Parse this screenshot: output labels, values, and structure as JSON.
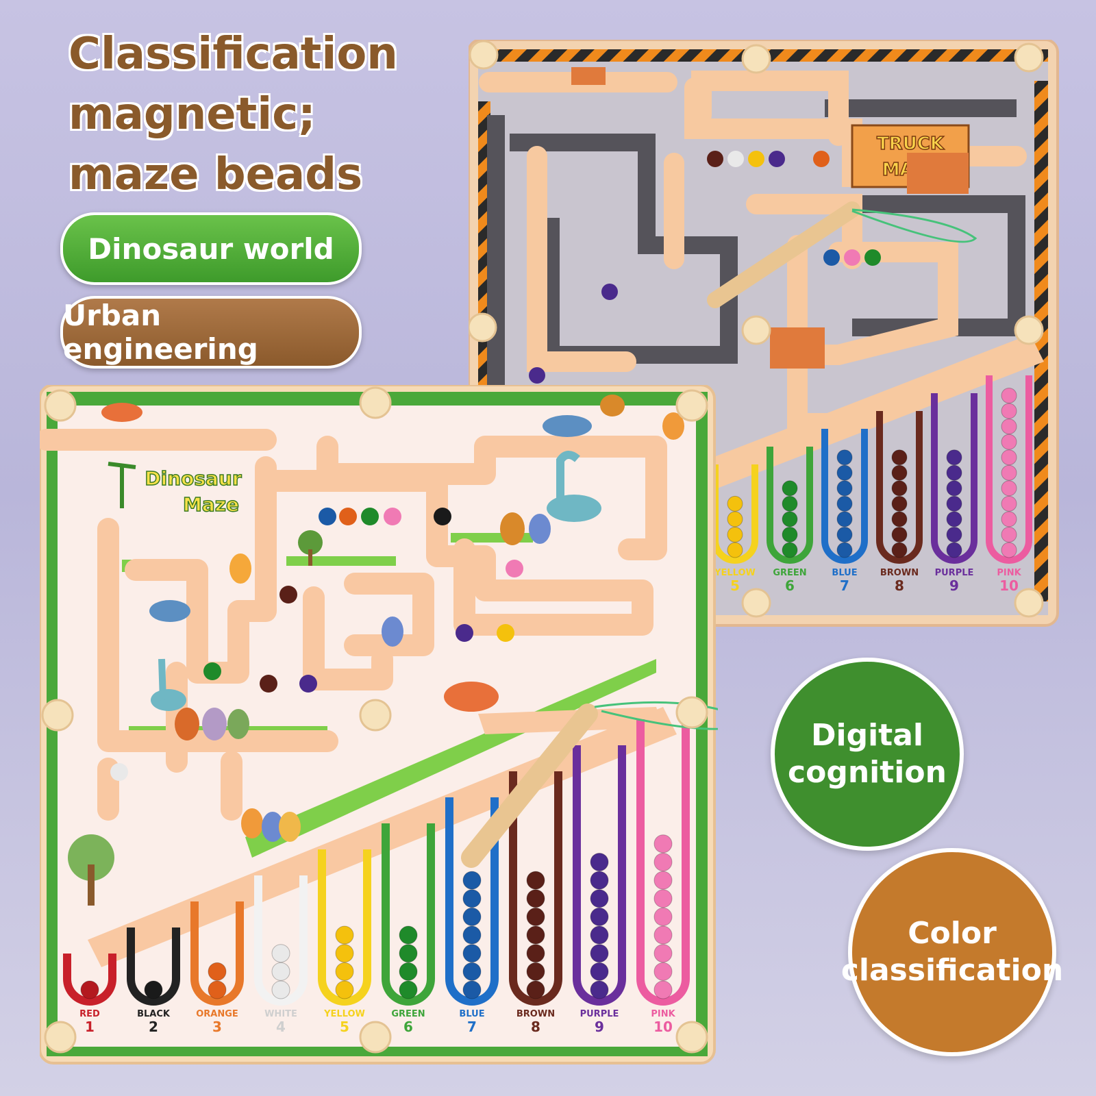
{
  "headline": [
    "Classification",
    "magnetic;",
    "maze beads"
  ],
  "pills": {
    "dinosaur": "Dinosaur world",
    "urban": "Urban engineering"
  },
  "badges": {
    "digital": [
      "Digital",
      "cognition"
    ],
    "color": [
      "Color",
      "classification"
    ]
  },
  "dino_board": {
    "title_line1": "Dinosaur",
    "title_line2": "Maze",
    "tubes": [
      {
        "label": "RED",
        "num": "1",
        "color": "#c8202a",
        "bead": "#b3191f",
        "count": 1
      },
      {
        "label": "BLACK",
        "num": "2",
        "color": "#222222",
        "bead": "#1a1a1a",
        "count": 1
      },
      {
        "label": "ORANGE",
        "num": "3",
        "color": "#e8782a",
        "bead": "#e0601a",
        "count": 2
      },
      {
        "label": "WHITE",
        "num": "4",
        "color": "#f2f2f2",
        "bead": "#e9e9e9",
        "count": 3
      },
      {
        "label": "YELLOW",
        "num": "5",
        "color": "#f5d21e",
        "bead": "#f4c10d",
        "count": 4
      },
      {
        "label": "GREEN",
        "num": "6",
        "color": "#3ea53a",
        "bead": "#1f8a2a",
        "count": 4
      },
      {
        "label": "BLUE",
        "num": "7",
        "color": "#1f6fc8",
        "bead": "#1b5aa6",
        "count": 7
      },
      {
        "label": "BROWN",
        "num": "8",
        "color": "#6a2a1e",
        "bead": "#5a2018",
        "count": 7
      },
      {
        "label": "PURPLE",
        "num": "9",
        "color": "#6a2f9c",
        "bead": "#4a2a8c",
        "count": 8
      },
      {
        "label": "PINK",
        "num": "10",
        "color": "#ec5ca0",
        "bead": "#f07ab4",
        "count": 9
      }
    ]
  },
  "truck_board": {
    "title_line1": "TRUCK",
    "title_line2": "MAZE",
    "tubes": [
      {
        "label": "YELLOW",
        "num": "5",
        "color": "#f5d21e",
        "bead": "#f4c10d",
        "count": 4
      },
      {
        "label": "GREEN",
        "num": "6",
        "color": "#3ea53a",
        "bead": "#1f8a2a",
        "count": 5
      },
      {
        "label": "BLUE",
        "num": "7",
        "color": "#1f6fc8",
        "bead": "#1b5aa6",
        "count": 7
      },
      {
        "label": "BROWN",
        "num": "8",
        "color": "#6a2a1e",
        "bead": "#5a2018",
        "count": 7
      },
      {
        "label": "PURPLE",
        "num": "9",
        "color": "#6a2f9c",
        "bead": "#4a2a8c",
        "count": 7
      },
      {
        "label": "PINK",
        "num": "10",
        "color": "#ec5ca0",
        "bead": "#f07ab4",
        "count": 11
      }
    ]
  }
}
